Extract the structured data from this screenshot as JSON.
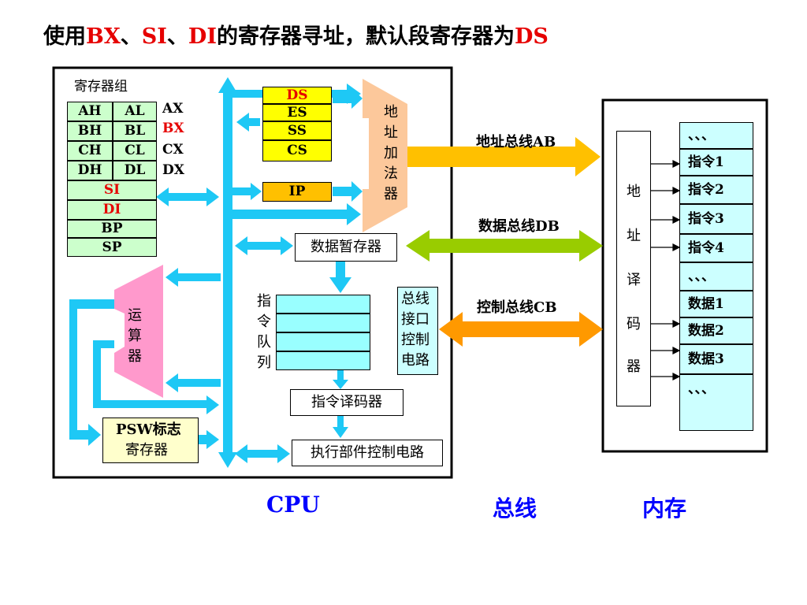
{
  "title": {
    "prefix": "使用",
    "bx": "BX",
    "sep1": "、",
    "si": "SI",
    "sep2": "、",
    "di": "DI",
    "suffix": "的寄存器寻址，默认段寄存器为",
    "ds": "DS"
  },
  "register_group": {
    "label": "寄存器组",
    "pairs": [
      [
        "AH",
        "AL"
      ],
      [
        "BH",
        "BL"
      ],
      [
        "CH",
        "CL"
      ],
      [
        "DH",
        "DL"
      ]
    ],
    "pair_names": [
      "AX",
      "BX",
      "CX",
      "DX"
    ],
    "singles": [
      "SI",
      "DI",
      "BP",
      "SP"
    ]
  },
  "segment_registers": [
    "DS",
    "ES",
    "SS",
    "CS"
  ],
  "ip": "IP",
  "address_adder": [
    "地",
    "址",
    "加",
    "法",
    "器"
  ],
  "data_temp_register": "数据暂存器",
  "instruction_queue": [
    "指",
    "令",
    "队",
    "列"
  ],
  "bus_interface": [
    "总线",
    "接口",
    "控制",
    "电路"
  ],
  "alu": [
    "运",
    "算",
    "器"
  ],
  "psw": [
    "PSW标志",
    "寄存器"
  ],
  "instruction_decoder": "指令译码器",
  "exec_control": "执行部件控制电路",
  "buses": {
    "address": "地址总线AB",
    "data": "数据总线DB",
    "control": "控制总线CB"
  },
  "address_decoder": [
    "地",
    "址",
    "译",
    "码",
    "器"
  ],
  "memory_cells": [
    "、、、",
    "指令1",
    "指令2",
    "指令3",
    "指令4",
    "、、、",
    "数据1",
    "数据2",
    "数据3",
    "、、、"
  ],
  "bottom_labels": {
    "cpu": "CPU",
    "bus": "总线",
    "memory": "内存"
  },
  "colors": {
    "highlight_red": "#e60000",
    "bus_blue": "#1ec8f5",
    "label_blue": "#0000ff",
    "adder_orange": "#fcc89b",
    "ab_arrow": "#ffc000",
    "db_arrow": "#99cc00",
    "cb_arrow": "#ff9900",
    "alu_pink": "#ff99cc"
  }
}
